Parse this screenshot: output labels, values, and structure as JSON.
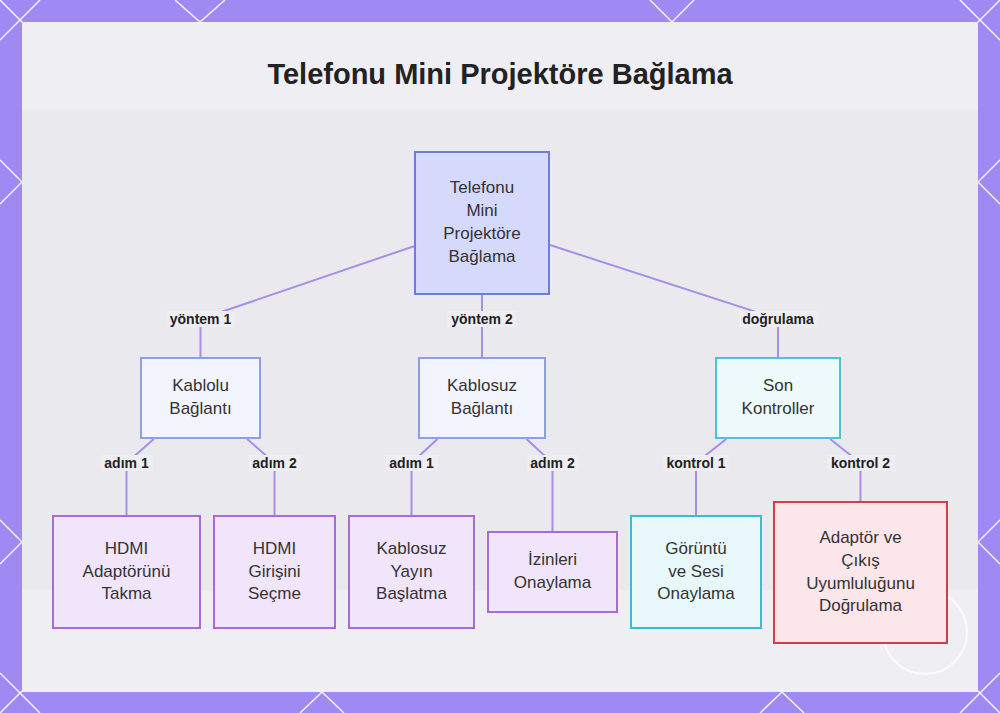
{
  "diagram": {
    "title": "Telefonu Mini Projektöre Bağlama",
    "nodes": [
      {
        "text": [
          "Telefonu Mini Projektöre Bağlama"
        ]
      },
      {
        "text": [
          "Kablolu Bağlantı"
        ]
      },
      {
        "text": [
          "Kablosuz Bağlantı"
        ]
      },
      {
        "text": [
          "Son Kontroller"
        ]
      },
      {
        "text": [
          "HDMI Adaptörünü Takma"
        ]
      },
      {
        "text": [
          "HDMI Girişini Seçme"
        ]
      },
      {
        "text": [
          "Kablosuz Yayın Başlatma"
        ]
      },
      {
        "text": [
          "İzinleri Onaylama"
        ]
      },
      {
        "text": [
          "Görüntü ve Sesi Onaylama"
        ]
      },
      {
        "text": [
          "Adaptör ve Çıkış Uyumluluğunu Doğrulama"
        ]
      }
    ],
    "edges": [
      {
        "from": 0,
        "to": 1,
        "label": "yöntem 1",
        "arrow": "none"
      },
      {
        "from": 0,
        "to": 2,
        "label": "yöntem 2",
        "arrow": "none"
      },
      {
        "from": 0,
        "to": 3,
        "label": "doğrulama",
        "arrow": "none"
      },
      {
        "from": 1,
        "to": 4,
        "label": "adım 1",
        "arrow": "none"
      },
      {
        "from": 1,
        "to": 5,
        "label": "adım 2",
        "arrow": "none"
      },
      {
        "from": 2,
        "to": 6,
        "label": "adım 1",
        "arrow": "none"
      },
      {
        "from": 2,
        "to": 7,
        "label": "adım 2",
        "arrow": "none"
      },
      {
        "from": 3,
        "to": 8,
        "label": "kontrol 1",
        "arrow": "none"
      },
      {
        "from": 3,
        "to": 9,
        "label": "kontrol 2",
        "arrow": "none"
      }
    ]
  }
}
